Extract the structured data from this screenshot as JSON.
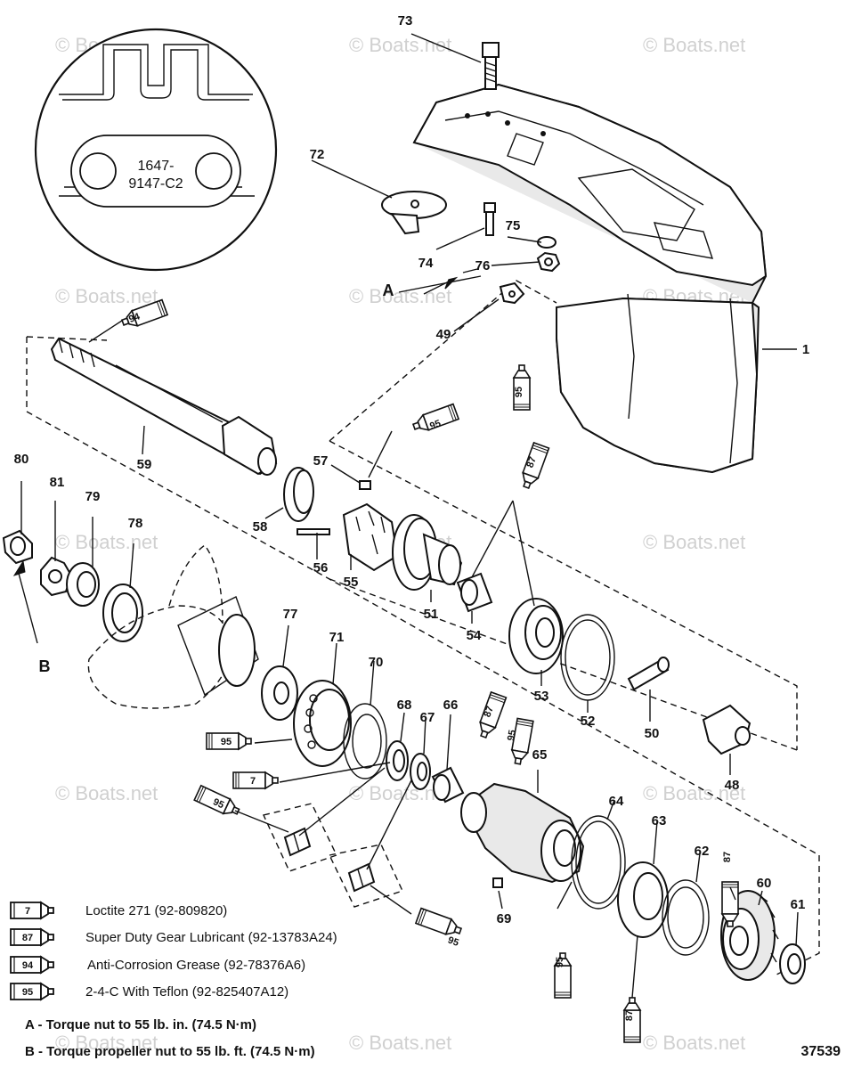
{
  "inset": {
    "line1": "1647-",
    "line2": "9147-C2"
  },
  "watermark": "© Boats.net",
  "labels": {
    "p1": "1",
    "p48": "48",
    "p49": "49",
    "p50": "50",
    "p51": "51",
    "p52": "52",
    "p53": "53",
    "p54": "54",
    "p55": "55",
    "p56": "56",
    "p57": "57",
    "p58": "58",
    "p59": "59",
    "p60": "60",
    "p61": "61",
    "p62": "62",
    "p63": "63",
    "p64": "64",
    "p65": "65",
    "p66": "66",
    "p67": "67",
    "p68": "68",
    "p69": "69",
    "p70": "70",
    "p71": "71",
    "p72": "72",
    "p73": "73",
    "p74": "74",
    "p75": "75",
    "p76": "76",
    "p77": "77",
    "p78": "78",
    "p79": "79",
    "p80": "80",
    "p81": "81",
    "callout_a": "A",
    "callout_b": "B"
  },
  "tubes": {
    "t94": "94",
    "t95a": "95",
    "t95b": "95",
    "t87a": "87",
    "t87b": "87",
    "t95c": "95",
    "t95d": "95",
    "t7": "7",
    "t95e": "95",
    "t95f": "95",
    "t95g": "95",
    "t87c": "87",
    "t87d": "87"
  },
  "legend": [
    {
      "code": "7",
      "text": "Loctite 271 (92-809820)"
    },
    {
      "code": "87",
      "text": "Super Duty Gear Lubricant (92-13783A24)"
    },
    {
      "code": "94",
      "text": "Anti-Corrosion Grease (92-78376A6)"
    },
    {
      "code": "95",
      "text": "2-4-C  With Teflon (92-825407A12)"
    }
  ],
  "notes": {
    "a": "A - Torque nut to 55 lb. in. (74.5 N·m)",
    "b": "B - Torque propeller nut to 55 lb. ft. (74.5 N·m)"
  },
  "diagram_number": "37539"
}
